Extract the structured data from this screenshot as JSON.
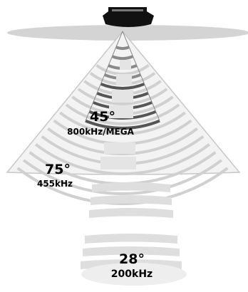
{
  "beams": {
    "mega": {
      "angle": "45°",
      "frequency": "800kHz/MEGA"
    },
    "wide": {
      "angle": "75°",
      "frequency": "455kHz"
    },
    "narrow": {
      "angle": "28°",
      "frequency": "200kHz"
    }
  },
  "colors": {
    "water_surface": "#d4d4d4",
    "hull": "#111111",
    "wide_cone_fill": "#f3f3f3",
    "wide_cone_edge": "#c7c7c7",
    "wide_arc": "#d0d0d0",
    "mega_arc": "#8a8a8a",
    "mega_arc_dark": "#555555",
    "center_column": "#e4e4e4",
    "narrow_band": "#dedede",
    "narrow_foot": "#eeeeee"
  }
}
